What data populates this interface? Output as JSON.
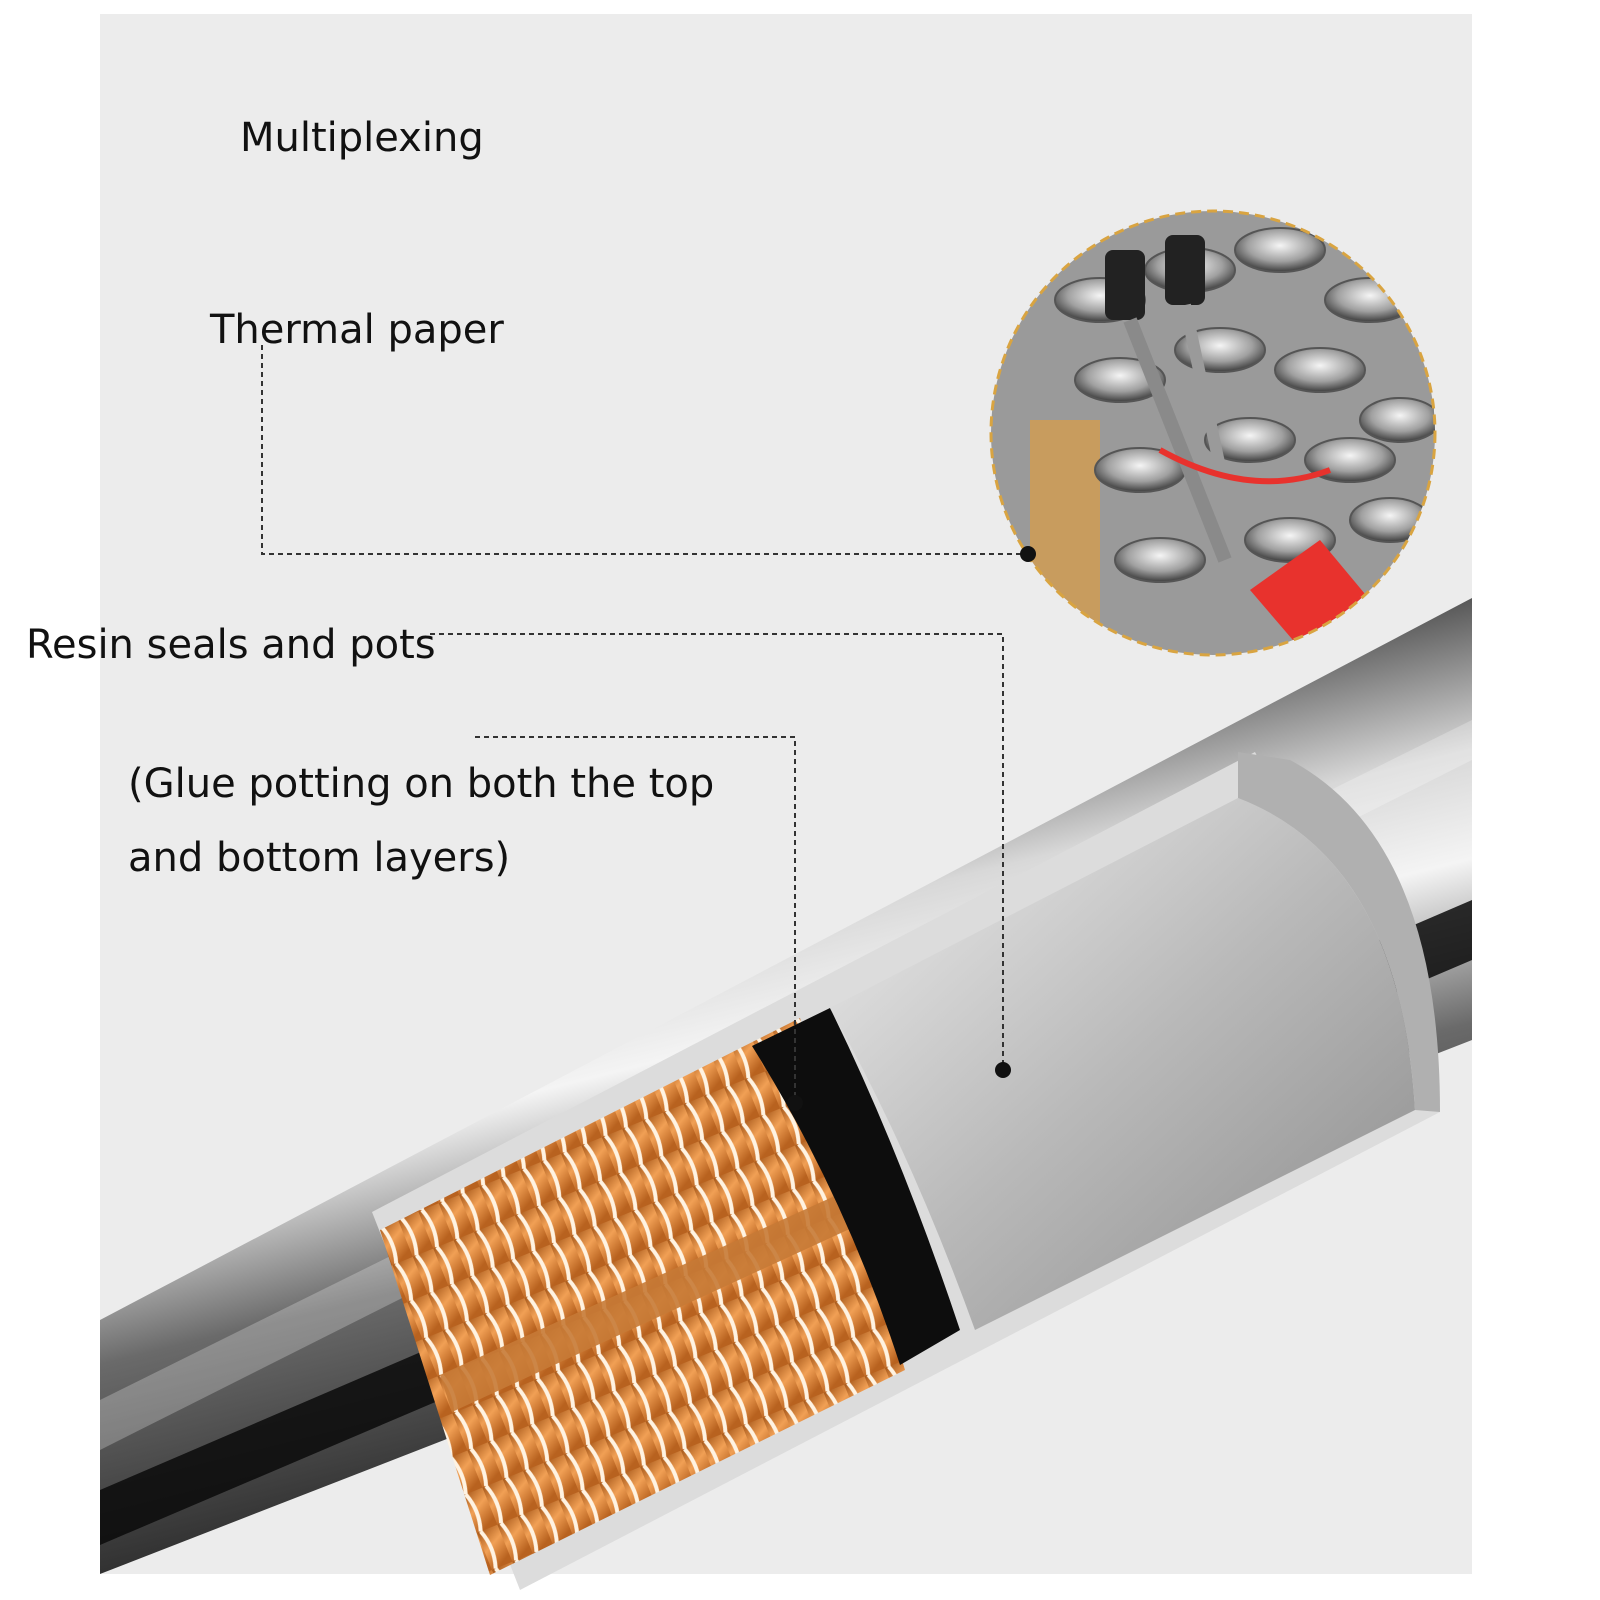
{
  "labels": {
    "multiplexing": "Multiplexing",
    "thermal_paper": "Thermal paper",
    "resin": "Resin seals and pots",
    "note_line1": "(Glue potting on both the top",
    "note_line2": "and bottom layers)"
  },
  "colors": {
    "panel_bg": "#ececec",
    "tube_dark": "#1a1a1a",
    "tube_silver": "#c9c9c9",
    "copper": "#e08a3c",
    "resin_black": "#0d0d0d",
    "inset_border": "#d9a441",
    "clip_red": "#e8322d"
  }
}
